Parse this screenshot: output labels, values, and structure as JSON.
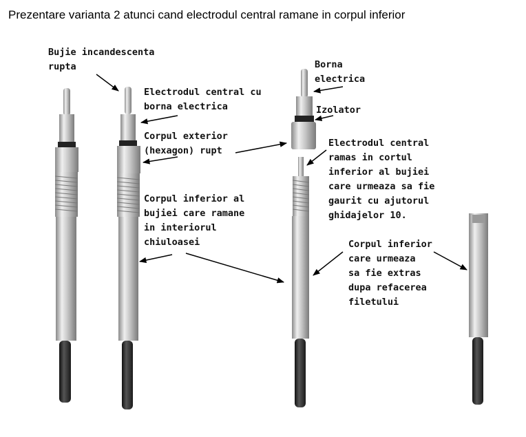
{
  "title": "Prezentare varianta 2 atunci cand electrodul central ramane in corpul inferior",
  "labels": {
    "bujie_rupta": "Bujie incandescenta\nrupta",
    "electrod_borna": "Electrodul central cu\nborna electrica",
    "corp_exterior": "Corpul exterior\n(hexagon) rupt",
    "corp_inferior": "Corpul inferior al\nbujiei care ramane\nin interiorul\nchiuloasei",
    "borna": "Borna\nelectrica",
    "izolator": "Izolator",
    "electrod_ramas": "Electrodul central\nramas in cortul\ninferior al bujiei\ncare urmeaza sa fie\ngaurit cu ajutorul\nghidajelor 10.",
    "corp_extras": "Corpul inferior\ncare urmeaza\nsa fie extras\ndupa refacerea\nfiletului"
  },
  "colors": {
    "metal_light": "#e6e6e6",
    "metal_mid": "#b9b9b9",
    "metal_dark": "#7d7d7d",
    "tip_dark": "#2a2a2a",
    "arrow": "#000000"
  }
}
